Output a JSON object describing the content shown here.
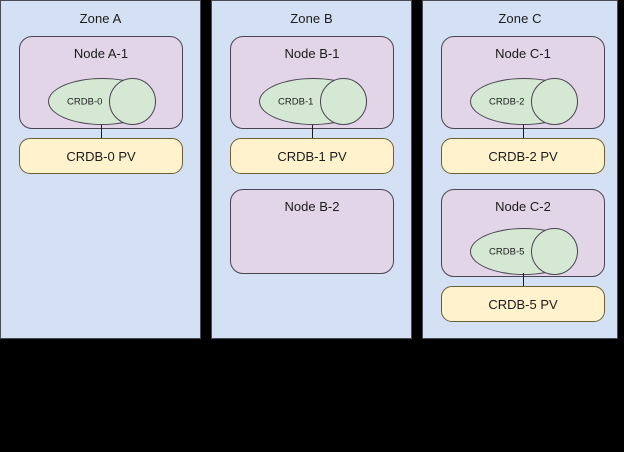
{
  "diagram": {
    "background_color": "#000000",
    "zone_fill": "#d4e1f5",
    "node_fill": "#e1d5e7",
    "pod_fill": "#d5e8d4",
    "pv_fill": "#fff2cc",
    "stroke_color": "#4b4453"
  },
  "zones": [
    {
      "title": "Zone A",
      "nodes": [
        {
          "title": "Node A-1",
          "pod": {
            "label": "CRDB-0"
          },
          "pv": {
            "label": "CRDB-0 PV"
          }
        }
      ]
    },
    {
      "title": "Zone B",
      "nodes": [
        {
          "title": "Node B-1",
          "pod": {
            "label": "CRDB-1"
          },
          "pv": {
            "label": "CRDB-1 PV"
          }
        },
        {
          "title": "Node B-2",
          "pod": null,
          "pv": null
        }
      ]
    },
    {
      "title": "Zone C",
      "nodes": [
        {
          "title": "Node C-1",
          "pod": {
            "label": "CRDB-2"
          },
          "pv": {
            "label": "CRDB-2 PV"
          }
        },
        {
          "title": "Node C-2",
          "pod": {
            "label": "CRDB-5"
          },
          "pv": {
            "label": "CRDB-5 PV"
          }
        }
      ]
    }
  ]
}
